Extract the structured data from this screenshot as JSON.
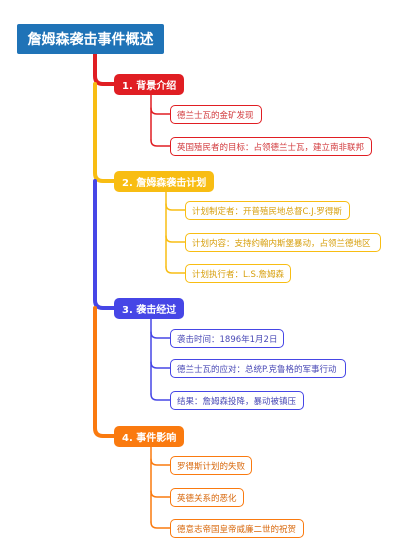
{
  "root": "詹姆森袭击事件概述",
  "branches": [
    {
      "label": "1. 背景介绍",
      "color": "#e01e23",
      "text_color": "#d23b3e",
      "leaves": [
        "德兰士瓦的金矿发现",
        "英国殖民者的目标：占领德兰士瓦，建立南非联邦"
      ]
    },
    {
      "label": "2. 詹姆森袭击计划",
      "color": "#f8bd13",
      "text_color": "#d79f0c",
      "leaves": [
        "计划制定者：开普殖民地总督C.J.罗得斯",
        "计划内容：支持约翰内斯堡暴动，占领兰德地区",
        "计划执行者：L.S.詹姆森"
      ]
    },
    {
      "label": "3. 袭击经过",
      "color": "#4646e6",
      "text_color": "#4a4ab6",
      "leaves": [
        "袭击时间：1896年1月2日",
        "德兰士瓦的应对：总统P.克鲁格的军事行动",
        "结果：詹姆森投降，暴动被镇压"
      ]
    },
    {
      "label": "4. 事件影响",
      "color": "#fa7a0f",
      "text_color": "#d8680c",
      "leaves": [
        "罗得斯计划的失败",
        "英德关系的恶化",
        "德意志帝国皇帝威廉二世的祝贺"
      ]
    }
  ]
}
